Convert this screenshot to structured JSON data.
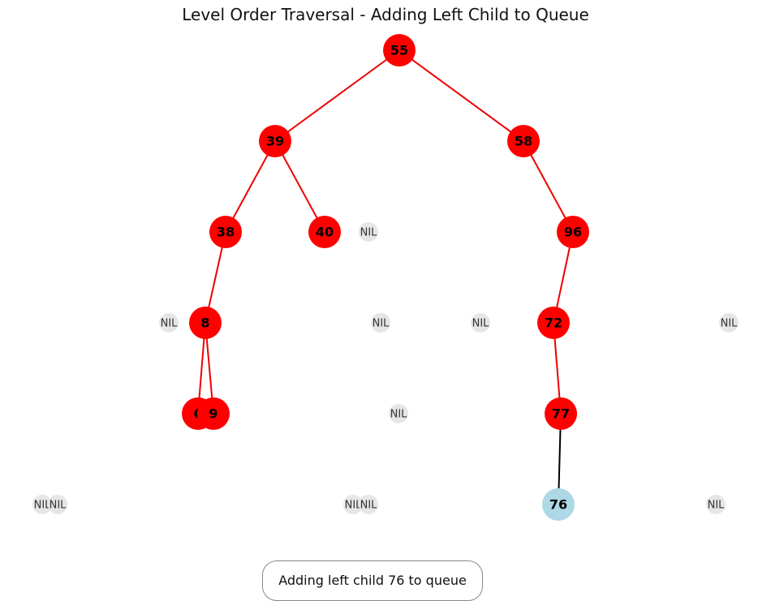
{
  "title": "Level Order Traversal - Adding Left Child to Queue",
  "caption": "Adding left child 76 to queue",
  "colors": {
    "node_fill": "#ff0000",
    "current_node_fill": "#add8e6",
    "nil_fill": "#e6e6e6",
    "edge": "#ee0000",
    "current_edge": "#000000",
    "label": "#000000",
    "nil_label": "#333333"
  },
  "nil_label": "NIL",
  "nodes": [
    {
      "id": "n55",
      "label": "55"
    },
    {
      "id": "n39",
      "label": "39"
    },
    {
      "id": "n58",
      "label": "58"
    },
    {
      "id": "n38",
      "label": "38"
    },
    {
      "id": "n40",
      "label": "40"
    },
    {
      "id": "n96",
      "label": "96"
    },
    {
      "id": "n8",
      "label": "8"
    },
    {
      "id": "n72",
      "label": "72"
    },
    {
      "id": "n6",
      "label": "6"
    },
    {
      "id": "n9",
      "label": "9"
    },
    {
      "id": "n77",
      "label": "77"
    },
    {
      "id": "n76",
      "label": "76",
      "current": true
    }
  ],
  "edges": [
    {
      "from": "n55",
      "to": "n39"
    },
    {
      "from": "n55",
      "to": "n58"
    },
    {
      "from": "n39",
      "to": "n38"
    },
    {
      "from": "n39",
      "to": "n40"
    },
    {
      "from": "n58",
      "to": "n96"
    },
    {
      "from": "n38",
      "to": "n8"
    },
    {
      "from": "n96",
      "to": "n72"
    },
    {
      "from": "n8",
      "to": "n6"
    },
    {
      "from": "n8",
      "to": "n9"
    },
    {
      "from": "n72",
      "to": "n77"
    },
    {
      "from": "n77",
      "to": "n76",
      "current": true
    }
  ],
  "nil_count": 11
}
